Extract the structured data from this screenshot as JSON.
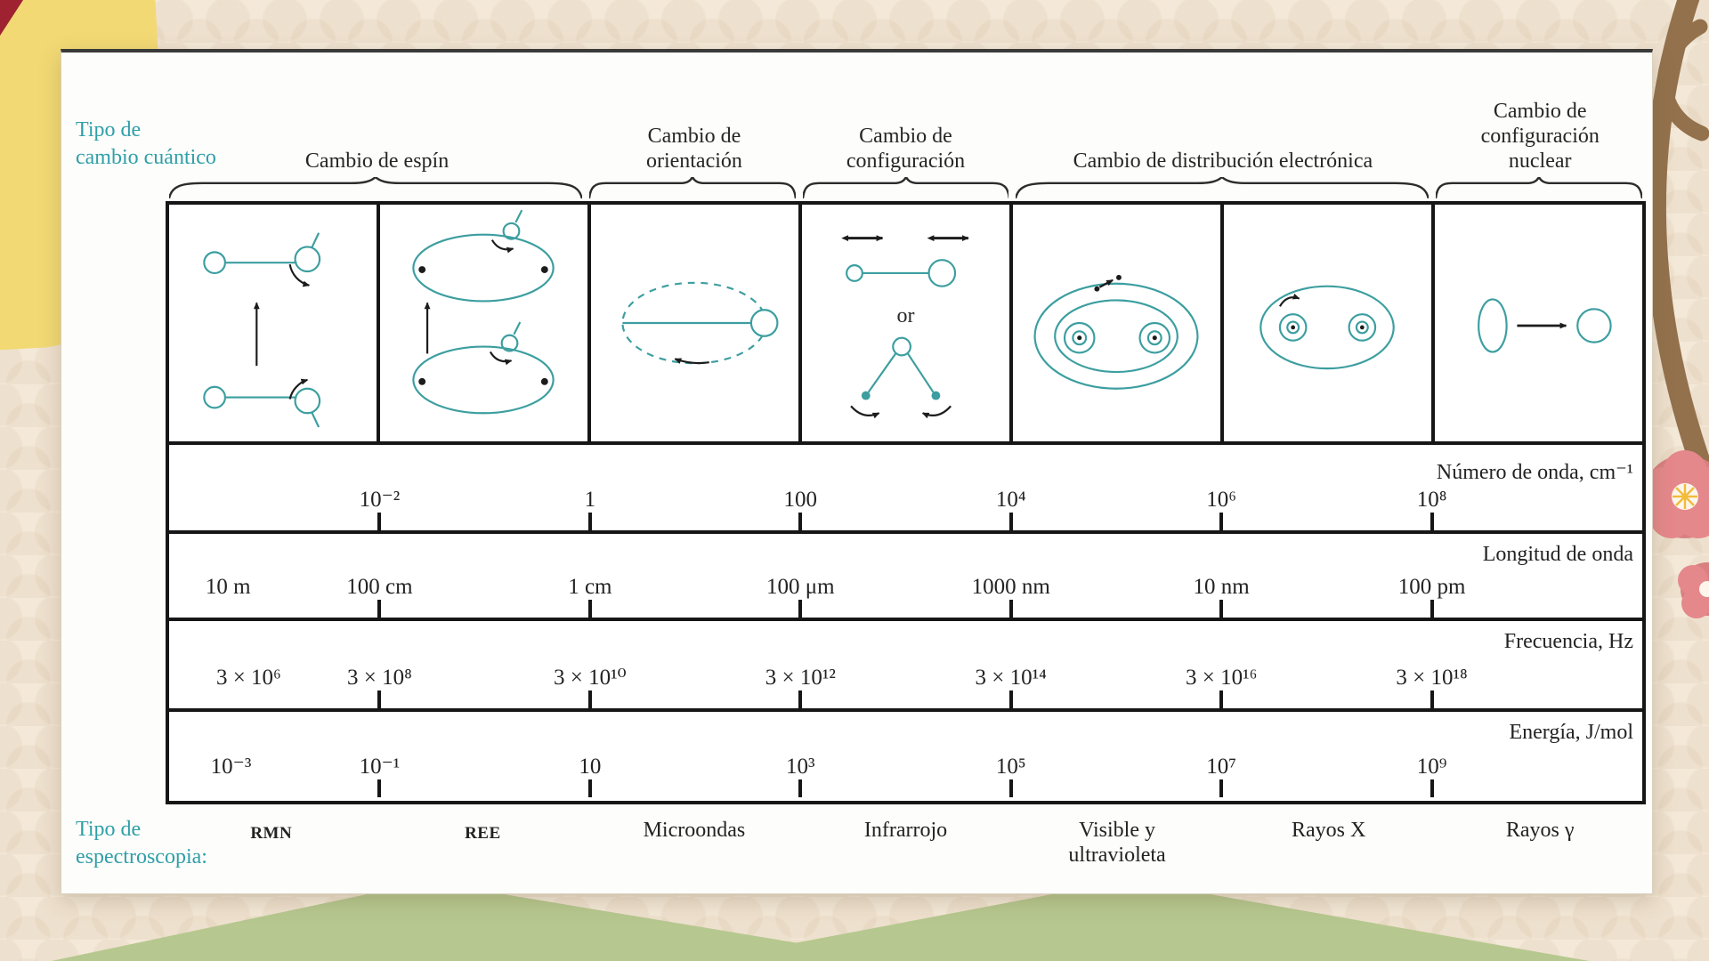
{
  "panel": {
    "quantum_type_label": "Tipo de\ncambio cuántico",
    "spectroscopy_type_label": "Tipo de\nespectroscopia:",
    "groups": [
      {
        "label": "Cambio de espín",
        "span": 2
      },
      {
        "label": "Cambio de\norientación",
        "span": 1
      },
      {
        "label": "Cambio de\nconfiguración",
        "span": 1
      },
      {
        "label": "Cambio de distribución electrónica",
        "span": 2
      },
      {
        "label": "Cambio de\nconfiguración\nnuclear",
        "span": 1
      }
    ],
    "boxes": [
      {
        "icon": "spin-flip-diatomic"
      },
      {
        "icon": "spin-flip-orbit"
      },
      {
        "icon": "rotation-orientation"
      },
      {
        "icon": "vibration-stretch-bend",
        "or_label": "or"
      },
      {
        "icon": "electronic-transition-outer-shell"
      },
      {
        "icon": "electronic-transition-inner-shell"
      },
      {
        "icon": "nuclear-configuration-change"
      }
    ],
    "scales": [
      {
        "unit": "Número de onda, cm⁻¹",
        "values": [
          "10⁻²",
          "1",
          "100",
          "10⁴",
          "10⁶",
          "10⁸"
        ]
      },
      {
        "unit": "Longitud de onda",
        "values": [
          "10 m",
          "100 cm",
          "1 cm",
          "100 μm",
          "1000 nm",
          "10 nm",
          "100 pm"
        ]
      },
      {
        "unit": "Frecuencia, Hz",
        "values": [
          "3 × 10⁶",
          "3 × 10⁸",
          "3 × 10¹⁰",
          "3 × 10¹²",
          "3 × 10¹⁴",
          "3 × 10¹⁶",
          "3 × 10¹⁸"
        ]
      },
      {
        "unit": "Energía, J/mol",
        "values": [
          "10⁻³",
          "10⁻¹",
          "10",
          "10³",
          "10⁵",
          "10⁷",
          "10⁹"
        ]
      }
    ],
    "spectroscopies": [
      "RMN",
      "REE",
      "Microondas",
      "Infrarrojo",
      "Visible y\nultravioleta",
      "Rayos X",
      "Rayos γ"
    ]
  },
  "colors": {
    "teal_text": "#2f9fa8",
    "diagram_teal": "#3c9ea0",
    "line_black": "#161616",
    "background_beige": "#f4e9d8",
    "blob_yellow": "#f2d974",
    "leaf_green_light": "#b6c88f",
    "leaf_green_dark": "#a4bd7c",
    "branch_brown": "#93714d",
    "flower_coral": "#e5888b"
  }
}
